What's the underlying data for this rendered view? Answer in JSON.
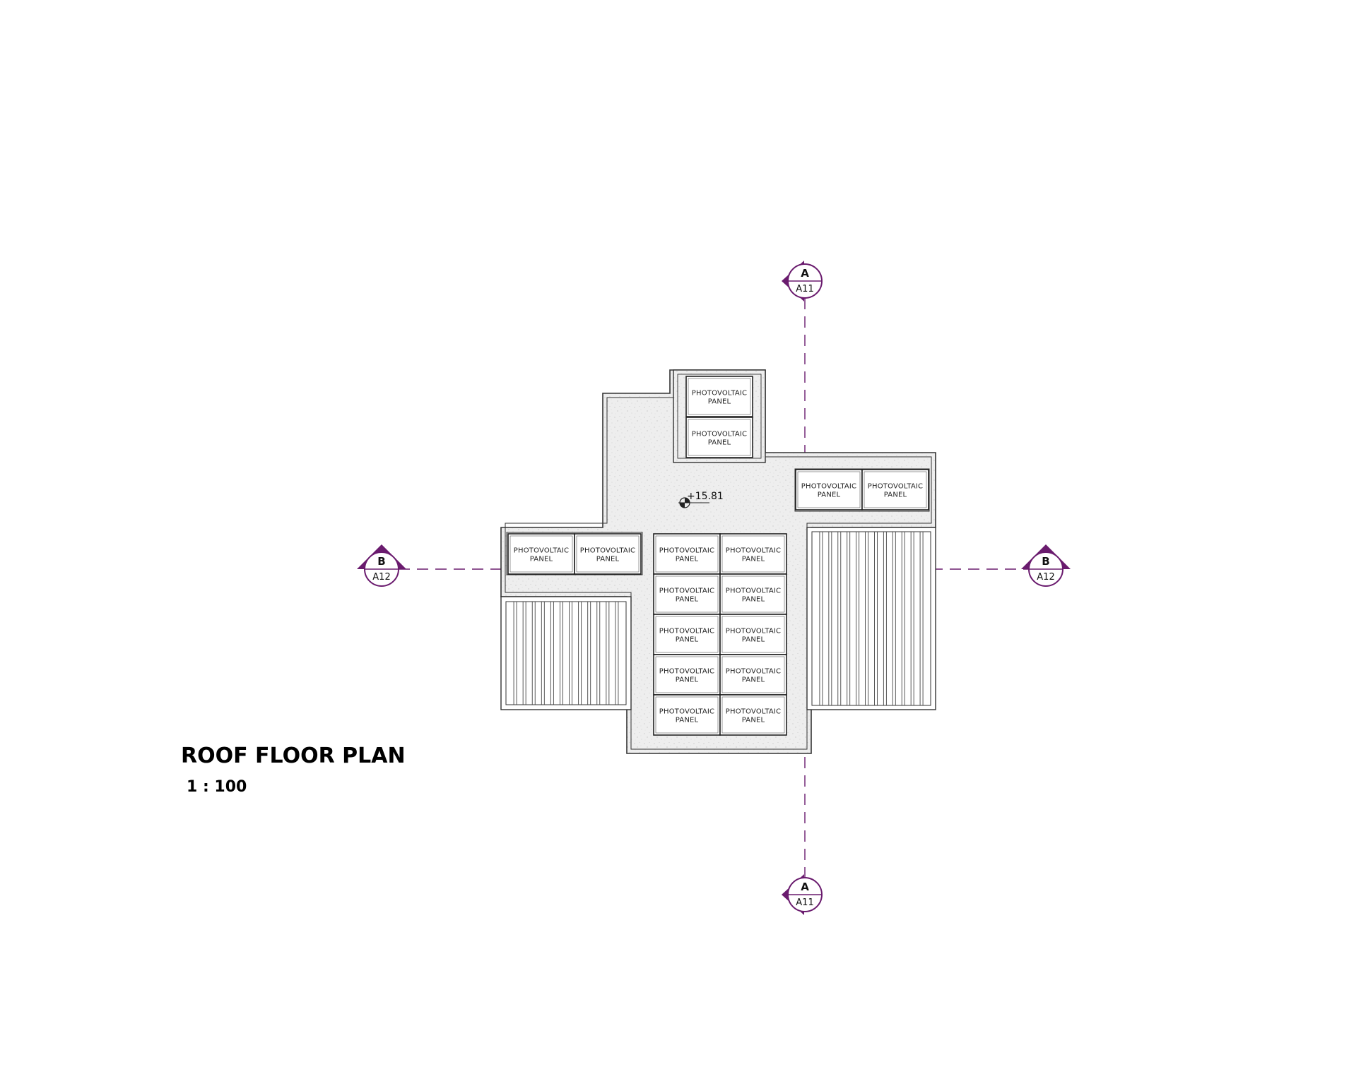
{
  "title": "ROOF FLOOR PLAN",
  "scale": "1 : 100",
  "elevation_label": "+15.81",
  "panel_label_line1": "PHOTOVOLTAIC",
  "panel_label_line2": "PANEL",
  "section_markers": {
    "a": {
      "letter": "A",
      "ref": "A11"
    },
    "b": {
      "letter": "B",
      "ref": "A12"
    }
  },
  "colors": {
    "marker": "#6a1b6e",
    "line": "#333333",
    "roof_fill": "#ededed"
  }
}
